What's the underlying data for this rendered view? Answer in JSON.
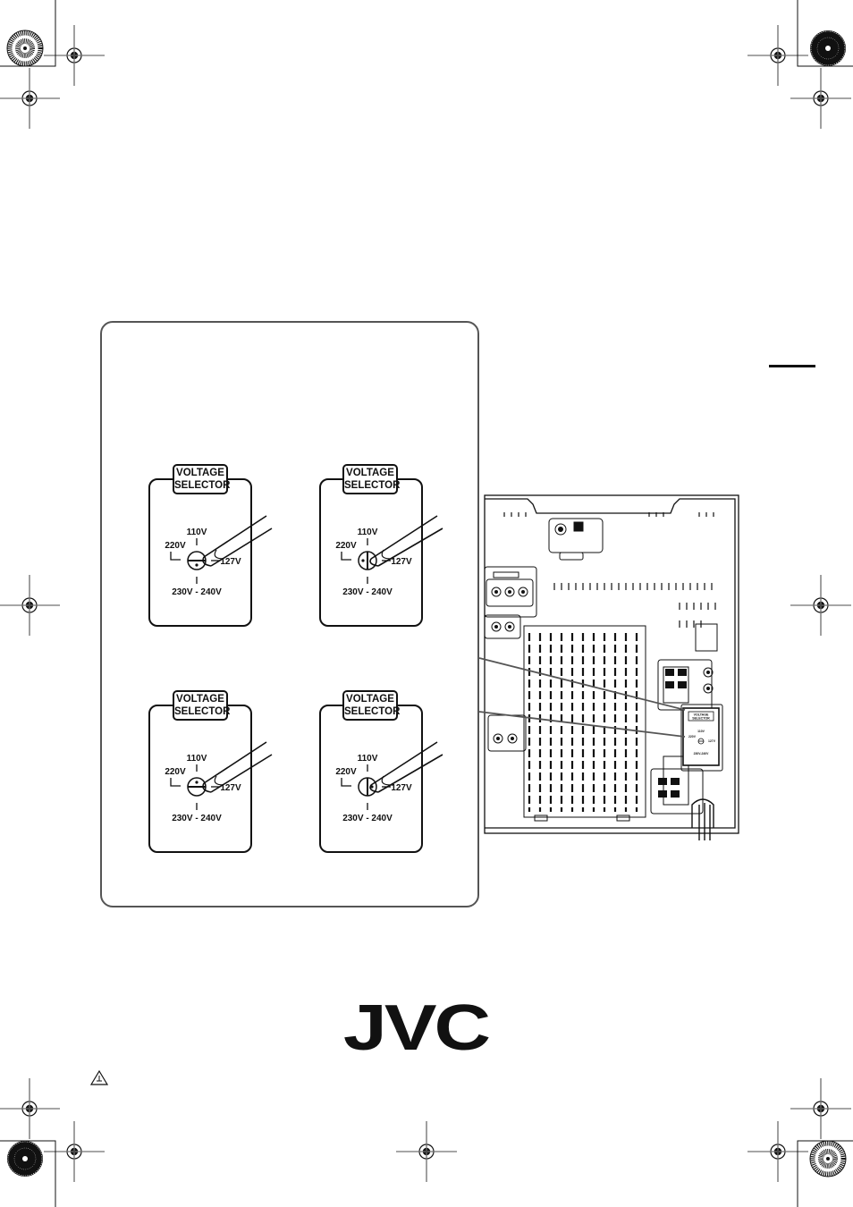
{
  "selector": {
    "label_line1": "VOLTAGE",
    "label_line2": "SELECTOR",
    "v110": "110V",
    "v220": "220V",
    "v127": "127V",
    "v230": "230V - 240V"
  },
  "selector_panels": [
    {
      "position": "top-left",
      "setting": "220V"
    },
    {
      "position": "top-right",
      "setting": "127V"
    },
    {
      "position": "bottom-left",
      "setting": "230V - 240V"
    },
    {
      "position": "bottom-right",
      "setting": "110V"
    }
  ],
  "rear_panel": {
    "label_line1": "VOLTAGE",
    "label_line2": "SELECTOR",
    "v110": "110V",
    "v220": "220V",
    "v127": "127V",
    "v230": "230V-240V"
  },
  "logo": {
    "text": "JVC"
  },
  "icons": [
    "crop-mark-icon",
    "registration-target-icon",
    "recycle-mark-icon",
    "flathead-screwdriver-icon"
  ],
  "colors": {
    "ink": "#111111",
    "frame": "#555555",
    "background": "#ffffff"
  }
}
